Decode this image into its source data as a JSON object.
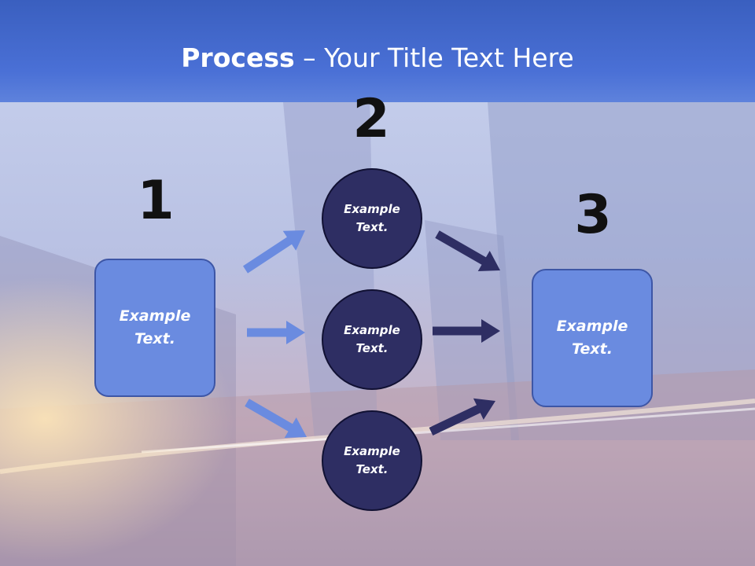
{
  "title": {
    "bold": "Process",
    "rest": " – Your Title Text Here"
  },
  "steps": [
    "1",
    "2",
    "3"
  ],
  "boxes": {
    "left": "Example\nText.",
    "right": "Example\nText."
  },
  "circles": {
    "top": "Example\nText.",
    "middle": "Example\nText.",
    "bottom": "Example\nText."
  },
  "colors": {
    "header": "#4a70d6",
    "box_fill": "#6a8be0",
    "circle_fill": "#2e2e63",
    "arrow_light": "#6a8be0",
    "arrow_dark": "#2e2e63"
  }
}
